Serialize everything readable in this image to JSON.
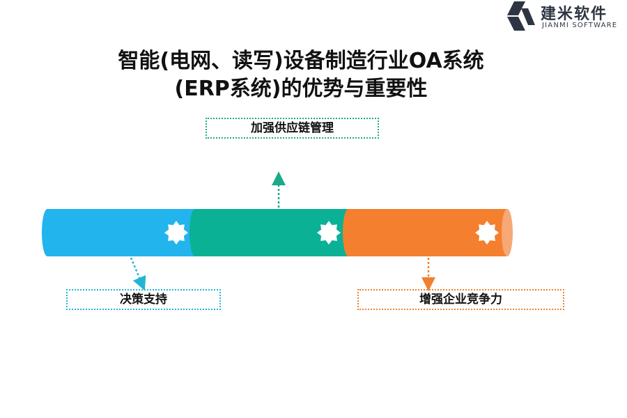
{
  "brand": {
    "name_cn": "建米软件",
    "name_en": "JIANMI SOFTWARE"
  },
  "title": {
    "line1": "智能(电网、读写)设备制造行业OA系统",
    "line2": "(ERP系统)的优势与重要性"
  },
  "segments": [
    {
      "label": "决策支持",
      "color": "#22b4ec"
    },
    {
      "label": "加强供应链管理",
      "color": "#0bb194"
    },
    {
      "label": "增强企业竞争力",
      "color": "#f47f2f"
    }
  ],
  "colors": {
    "arrow_blue": "#22b4d4",
    "arrow_green": "#1aaa8a",
    "arrow_orange": "#f08030"
  }
}
